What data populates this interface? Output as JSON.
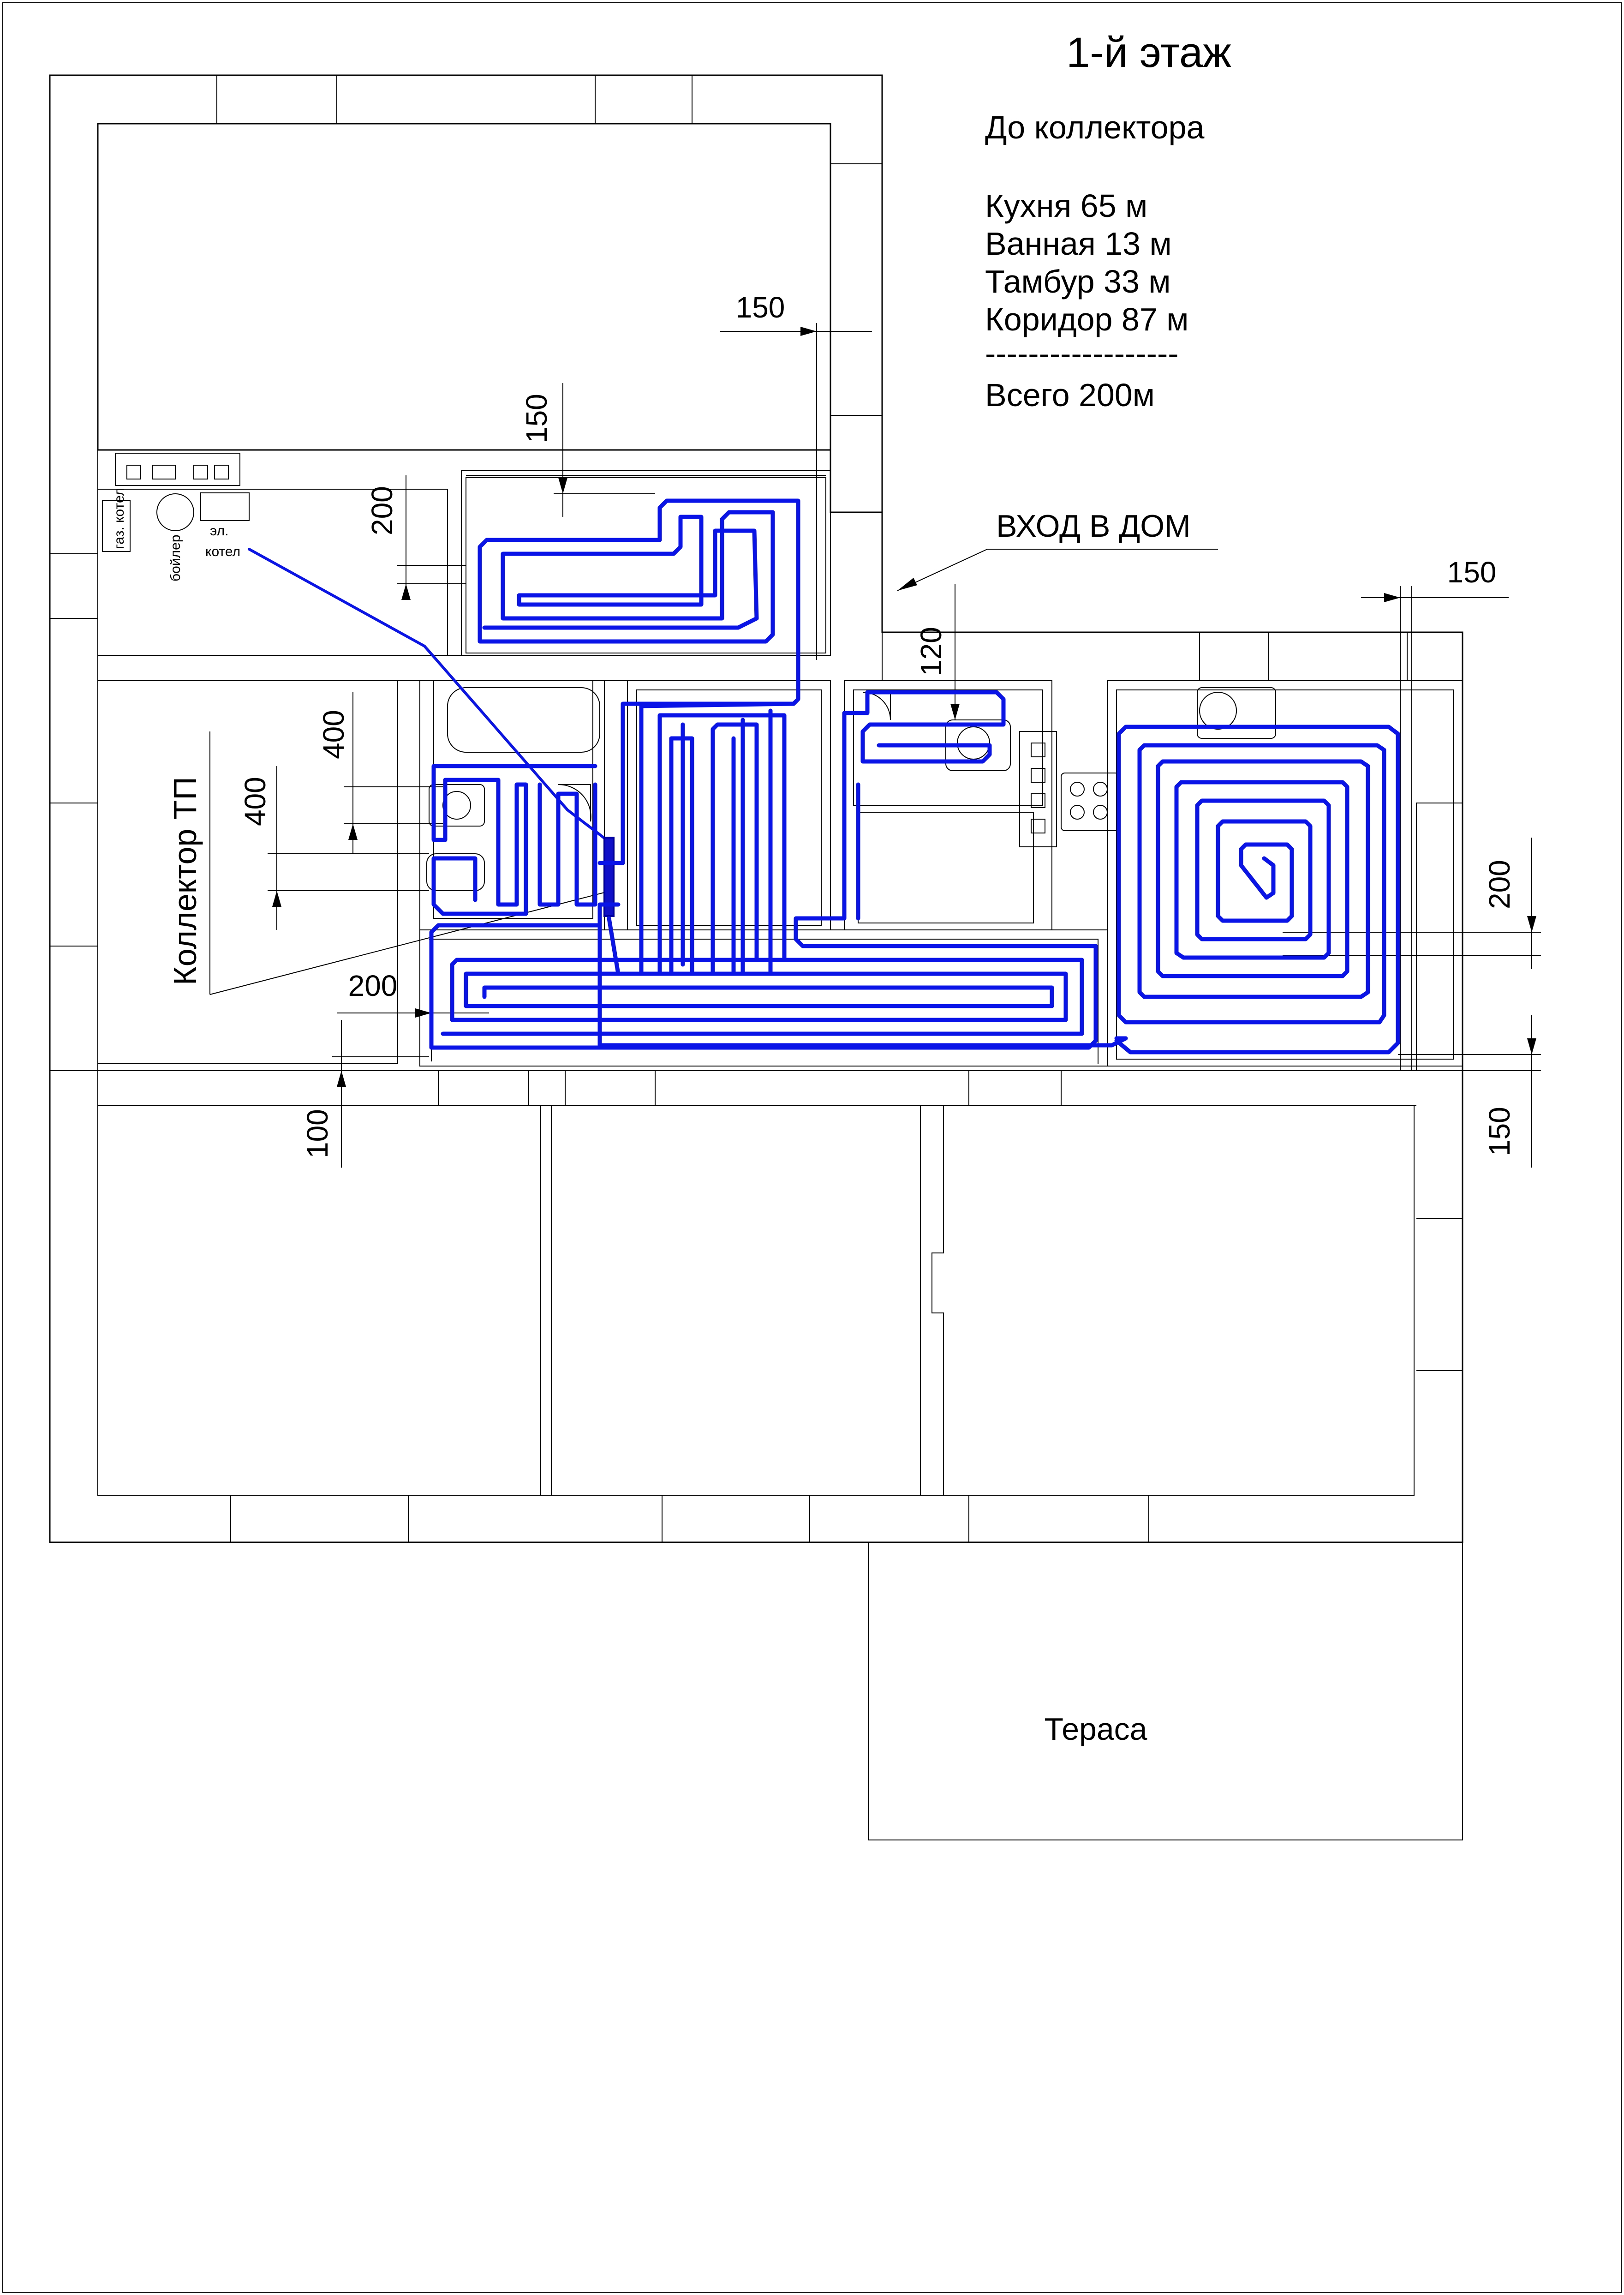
{
  "title": "1-й этаж",
  "summary": {
    "header": "До коллектора",
    "lines": [
      "Кухня 65 м",
      "Ванная 13 м",
      "Тамбур 33 м",
      "Коридор 87 м"
    ],
    "separator": "------------------",
    "total": "Всего 200м"
  },
  "labels": {
    "entrance": "ВХОД В ДОМ",
    "collector": "Коллектор ТП",
    "terrace": "Тераса",
    "gas_boiler": "газ. котел",
    "el_boiler": "эл. котел",
    "water_heater": "бойлер"
  },
  "dimensions": {
    "d_top_150": "150",
    "d_vert_150": "150",
    "d_200_upper": "200",
    "d_400_a": "400",
    "d_400_b": "400",
    "d_200_left": "200",
    "d_100": "100",
    "d_120": "120",
    "d_right_150_top": "150",
    "d_right_200": "200",
    "d_right_150_bottom": "150"
  },
  "colors": {
    "pipe": "#0a14e6",
    "pipe_dark": "#0000a0",
    "lines": "#000000",
    "background": "#ffffff"
  }
}
